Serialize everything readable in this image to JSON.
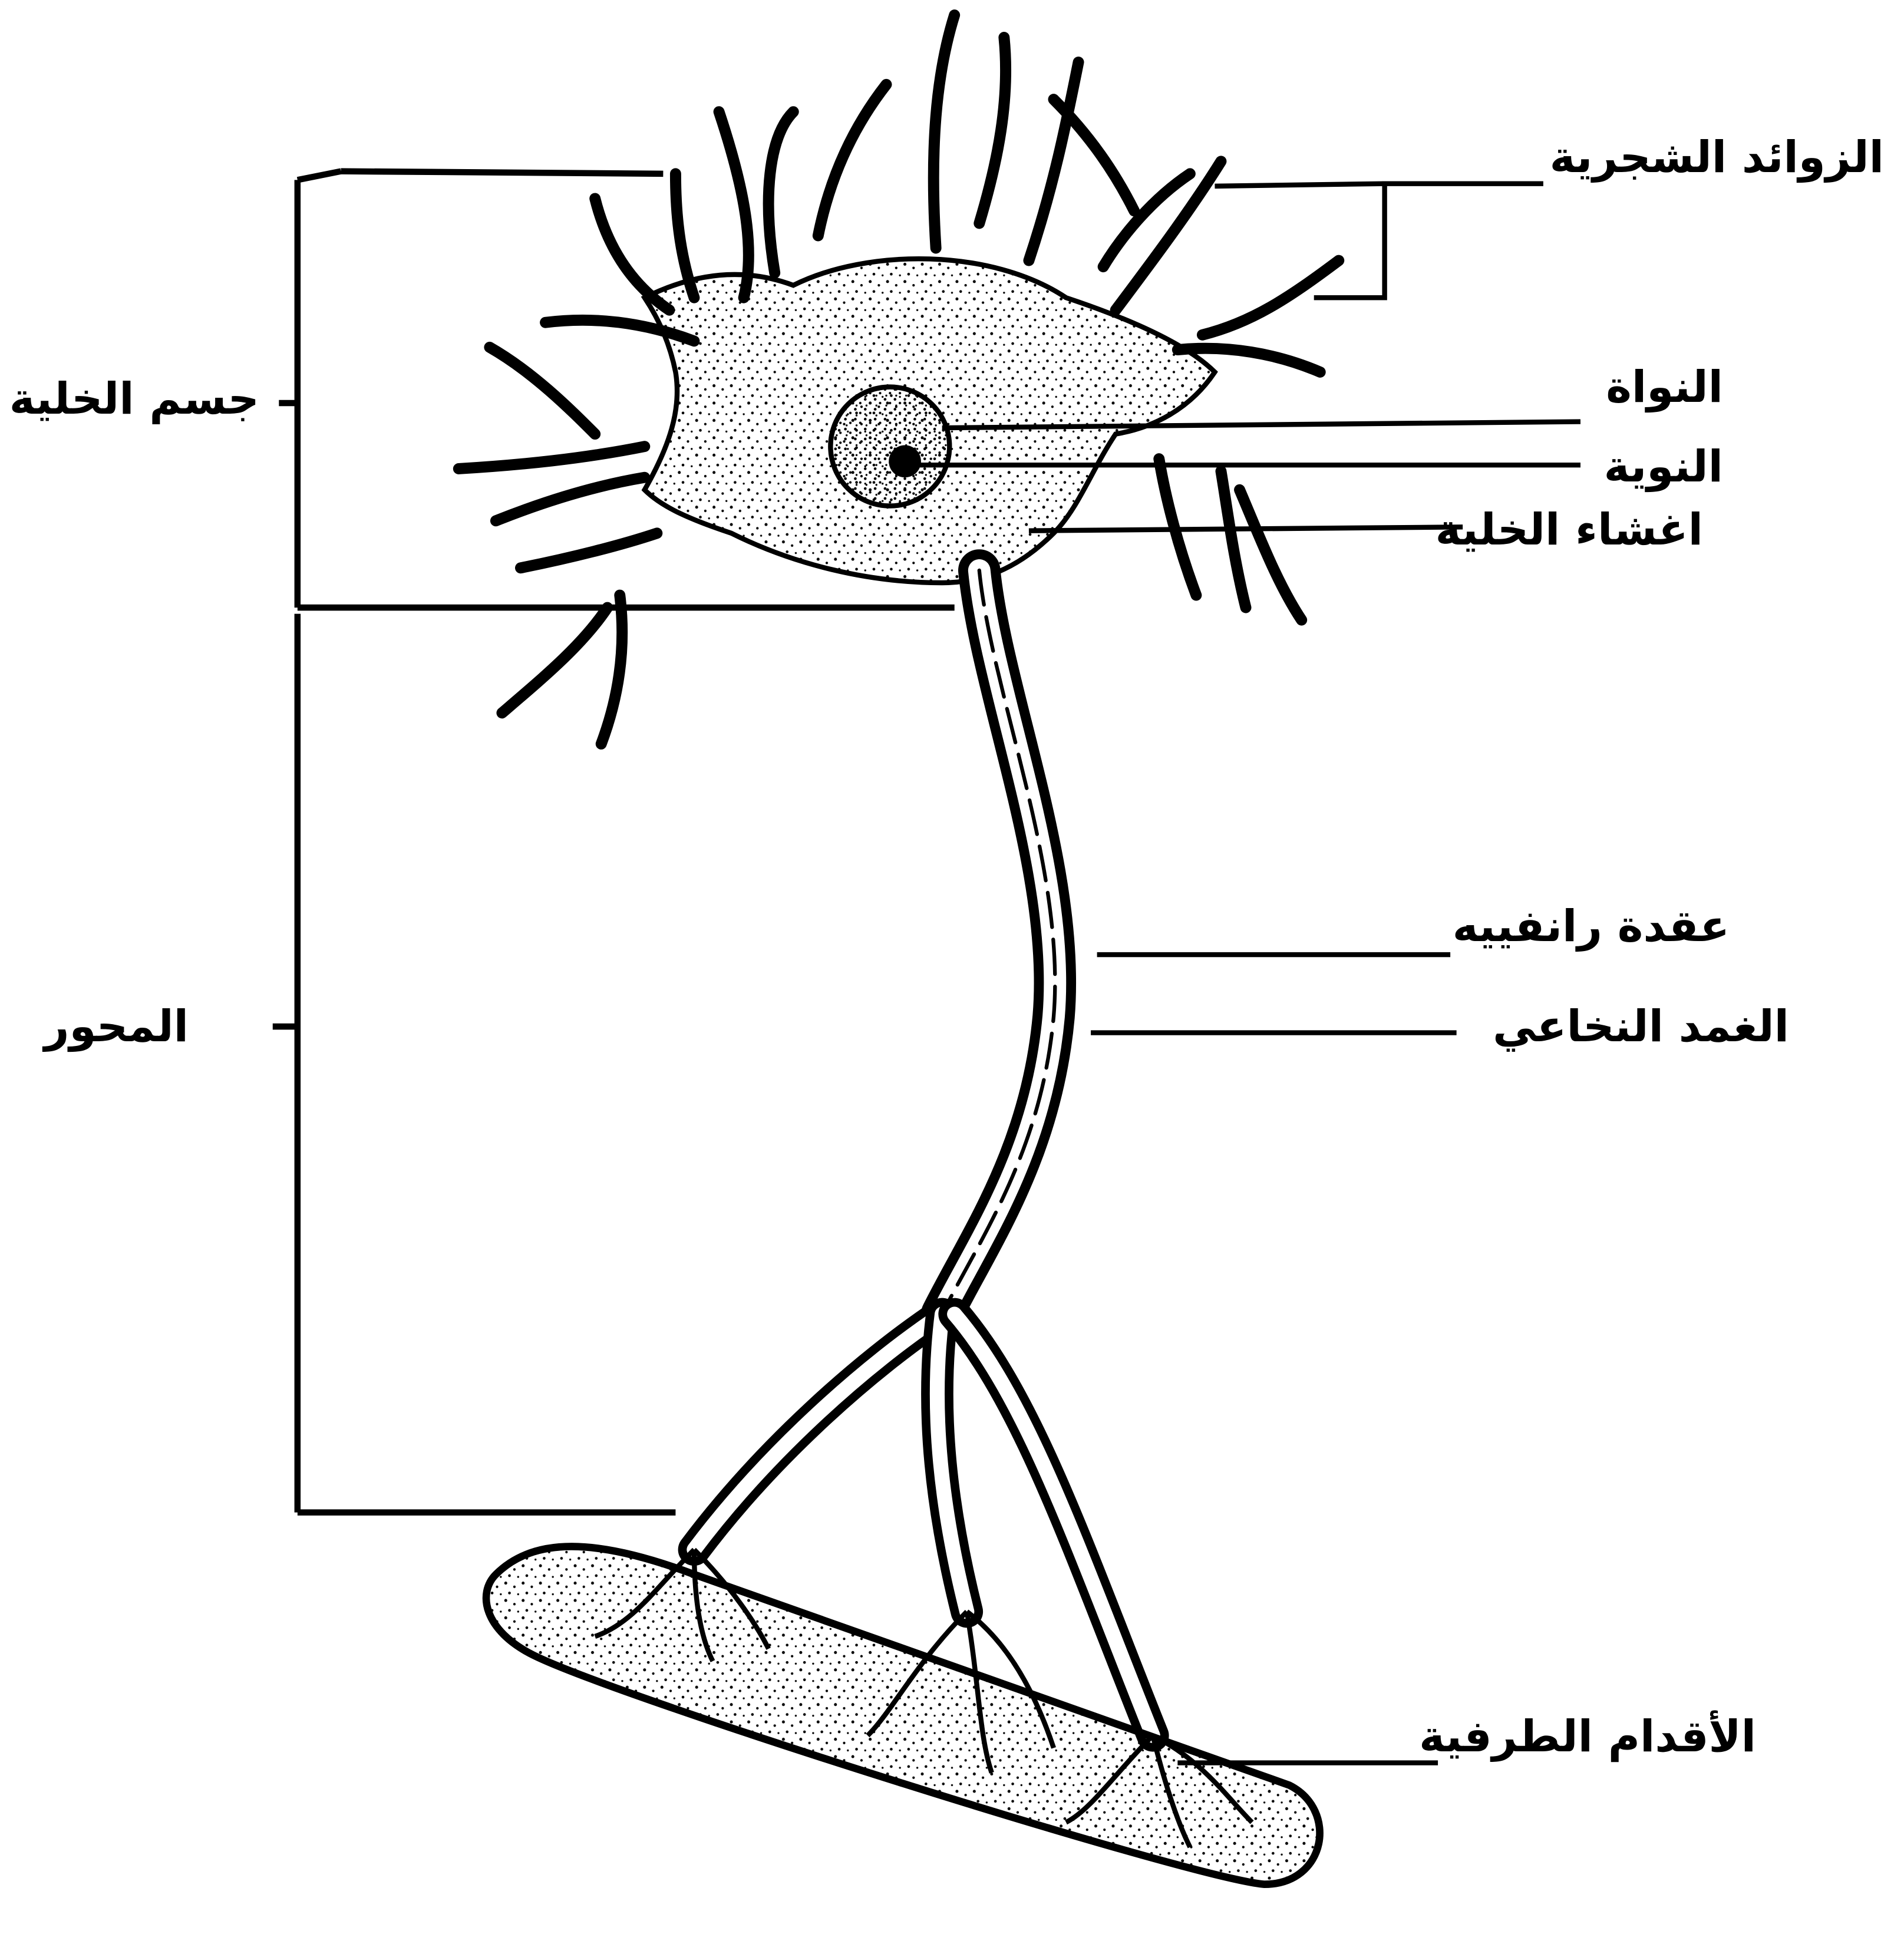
{
  "labels": {
    "dendrites": "الزوائد الشجرية",
    "nucleus": "النواة",
    "nucleolus": "النوية",
    "cell_membrane": "اغشاء الخلية",
    "node_of_ranvier": "عقدة رانفييه",
    "myelin_sheath": "الغمد النخاعي",
    "axon_terminals": "الأقدام الطرفية",
    "cell_body": "جسم الخلية",
    "axon": "المحور"
  },
  "colors": {
    "ink": "#000000",
    "background": "#ffffff"
  }
}
